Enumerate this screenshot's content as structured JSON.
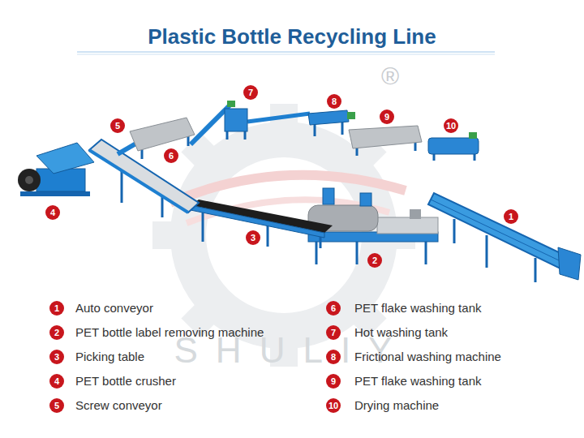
{
  "diagram": {
    "title": "Plastic Bottle Recycling Line",
    "labels": [
      "1",
      "2",
      "3",
      "4",
      "5",
      "6",
      "7",
      "8",
      "9",
      "10",
      "1",
      "Auto conveyor",
      "2",
      "PET bottle label removing machine",
      "3",
      "Picking table",
      "4",
      "PET bottle crusher",
      "5",
      "Screw conveyor",
      "6",
      "PET flake washing tank",
      "7",
      "Hot washing tank",
      "8",
      "Frictional washing machine",
      "9",
      "PET flake washing tank",
      "10",
      "Drying machine",
      "SHULIY",
      "®"
    ]
  }
}
